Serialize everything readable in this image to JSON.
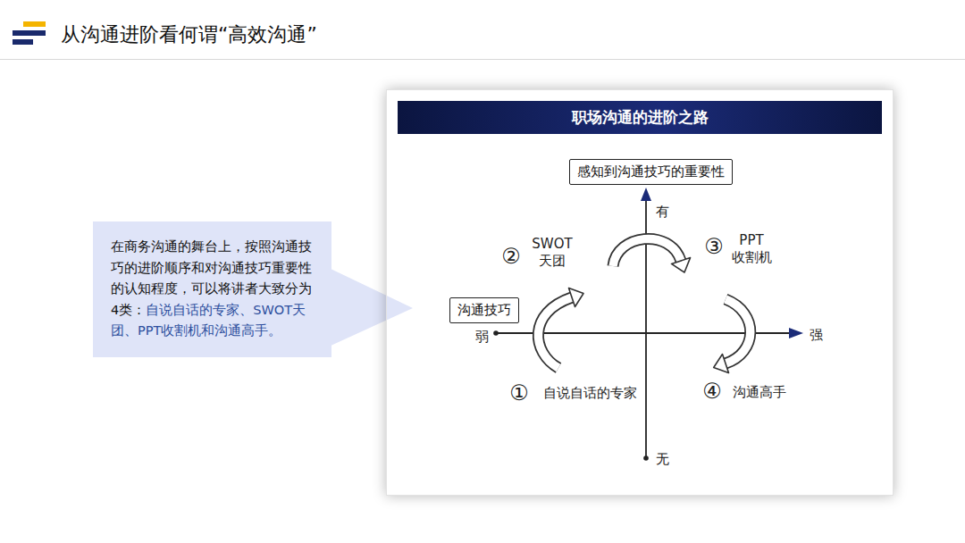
{
  "diagram": {
    "title": "从沟通进阶看何谓“高效沟通”",
    "nodes": [
      {
        "text": [
          "在商务沟通的舞台上，按照沟通技巧的进阶顺序和对沟通技巧重要性的认知程度，可以将讲者大致分为4类：",
          "自说自话的专家、SWOT天团、PPT收割机和沟通高手。"
        ]
      },
      {
        "text": [
          "职场沟通的进阶之路"
        ]
      },
      {
        "text": [
          "感知到沟通技巧的重要性"
        ],
        "in": 1
      },
      {
        "text": [
          "沟通技巧"
        ],
        "in": 1
      }
    ],
    "labels": [
      "有",
      "②",
      "SWOT 天团",
      "③",
      "PPT 收割机",
      "弱",
      "强",
      "①",
      "自说自话的专家",
      "④",
      "沟通高手",
      "无"
    ]
  }
}
